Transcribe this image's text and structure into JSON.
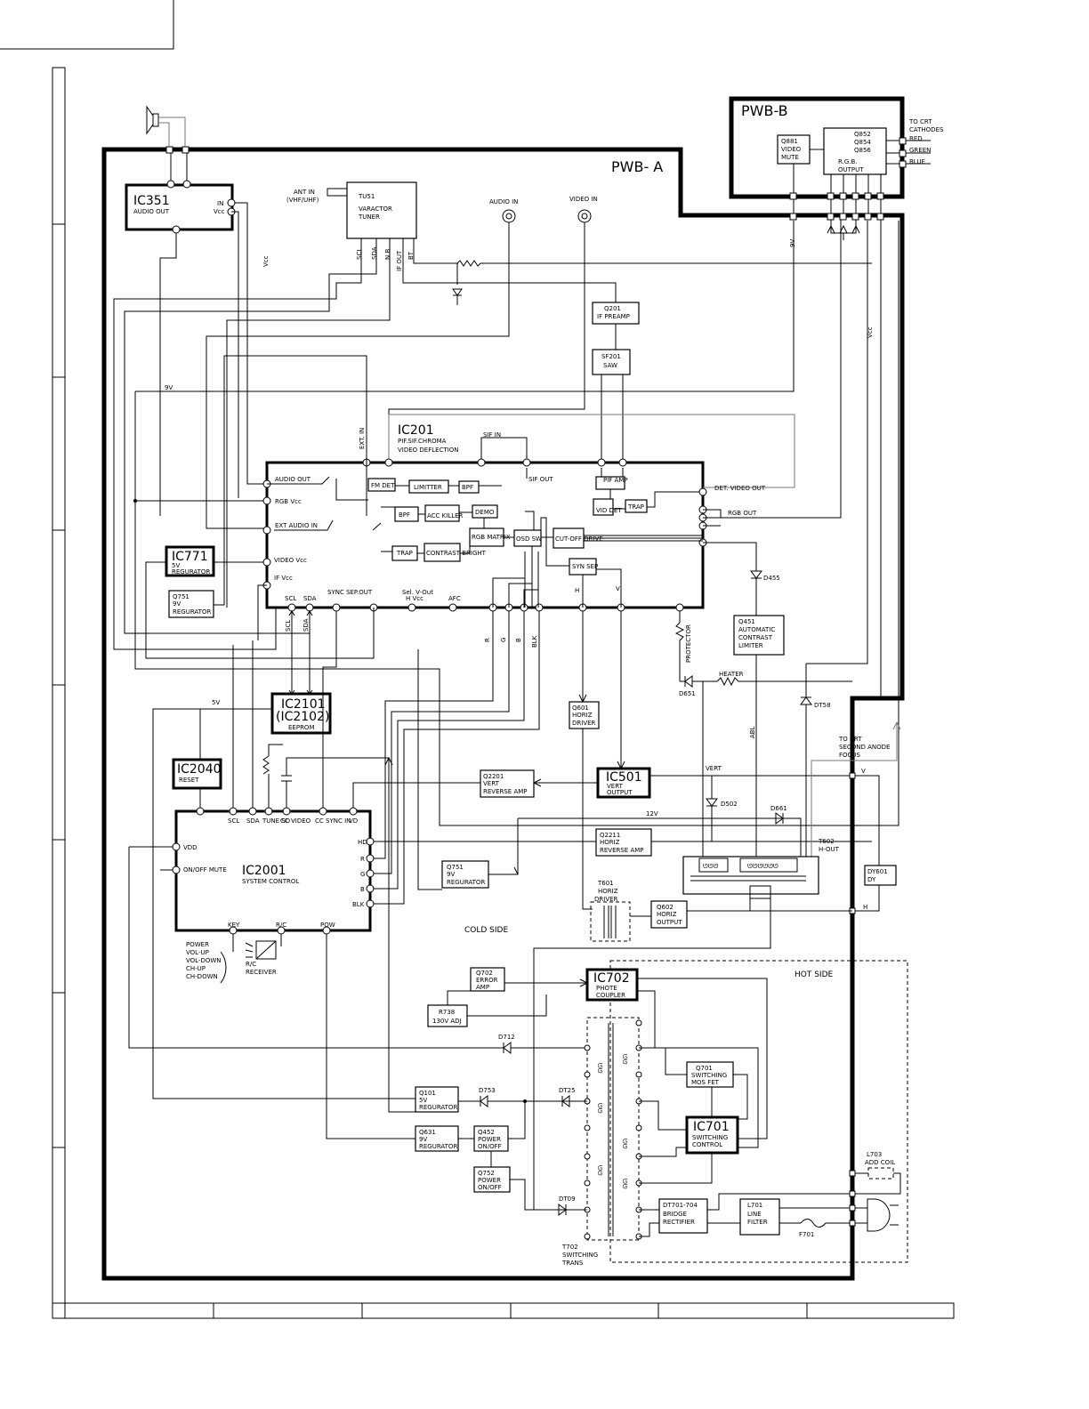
{
  "boards": {
    "pwb_a": "PWB- A",
    "pwb_b": "PWB-B"
  },
  "ic351": {
    "name": "IC351",
    "desc": "AUDIO OUT",
    "pin_in": "IN",
    "pin_vcc": "Vcc"
  },
  "tu51": {
    "name": "TU51",
    "desc1": "VARACTOR",
    "desc2": "TUNER"
  },
  "ant": {
    "line1": "ANT IN",
    "line2": "(VHF/UHF)"
  },
  "tuner_pins": [
    "SCL",
    "SDA",
    "N B",
    "IF OUT",
    "BT"
  ],
  "audio_in": "AUDIO IN",
  "video_in": "VIDEO IN",
  "q201": {
    "name": "Q201",
    "desc": "IF PREAMP"
  },
  "sf201": {
    "name": "SF201",
    "desc": "SAW"
  },
  "ic201": {
    "name": "IC201",
    "desc1": "PIF.SIF.CHROMA",
    "desc2": "VIDEO DEFLECTION"
  },
  "ic201_labels": {
    "ext_in": "EXT. IN",
    "sif_in": "SIF IN",
    "audio_out": "AUDIO OUT",
    "rgb_vcc": "RGB Vcc",
    "ext_audio_in": "EXT AUDIO IN",
    "video_vcc": "VIDEO Vcc",
    "if_vcc": "IF Vcc",
    "sif_out": "SIF OUT",
    "det_video_out": "DET. VIDEO OUT",
    "rgb_out": "RGB OUT",
    "fm_det": "FM DET",
    "limitter": "LIMITTER",
    "bpf": "BPF",
    "pif_amp": "PIF AMP",
    "vid_det": "VID DET",
    "trap": "TRAP",
    "acc_killer": "ACC KILLER",
    "demo": "DEMO",
    "rgb_matrix": "RGB MATRIX",
    "osd_sw": "OSD SW",
    "cutoff_drive": "CUT-OFF DRIVE",
    "contrast_bright": "CONTRAST BRIGHT",
    "syn_sep": "SYN SEP",
    "h": "H",
    "v": "V"
  },
  "ic201_bottom_pins": [
    "SCL",
    "SDA",
    "SYNC SEP.OUT",
    "Sel. V-Out",
    "H Vcc",
    "AFC"
  ],
  "rgb_blk": [
    "R",
    "G",
    "B",
    "BLK"
  ],
  "ic771": {
    "name": "IC771",
    "desc1": "5V",
    "desc2": "REGURATOR"
  },
  "q751a": {
    "name": "Q751",
    "desc1": "9V",
    "desc2": "REGURATOR"
  },
  "ic2101": {
    "name1": "IC2101",
    "name2": "(IC2102)",
    "desc": "EEPROM"
  },
  "ic2040": {
    "name": "IC2040",
    "desc": "RESET"
  },
  "ic2001": {
    "name": "IC2001",
    "desc": "SYSTEM CONTROL"
  },
  "ic2001_top_pins": [
    "SCL",
    "SDA",
    "TUNE SD",
    "CC VIDEO",
    "CC SYNC IN",
    "VD"
  ],
  "ic2001_left_pins": [
    "VDD",
    "ON/OFF MUTE"
  ],
  "ic2001_right_pins": [
    "HD",
    "R",
    "G",
    "B",
    "BLK"
  ],
  "ic2001_bottom_pins": [
    "KEY",
    "R/C",
    "POW"
  ],
  "keys": [
    "POWER",
    "VOL-UP",
    "VOL-DOWN",
    "CH-UP",
    "CH-DOWN"
  ],
  "rc_receiver": {
    "line1": "R/C",
    "line2": "RECEIVER"
  },
  "q2201": {
    "name": "Q2201",
    "desc1": "VERT",
    "desc2": "REVERSE AMP"
  },
  "q2211": {
    "name": "Q2211",
    "desc1": "HORIZ",
    "desc2": "REVERSE AMP"
  },
  "q751b": {
    "name": "Q751",
    "desc1": "9V",
    "desc2": "REGURATOR"
  },
  "q601": {
    "name": "Q601",
    "desc1": "HORIZ",
    "desc2": "DRIVER"
  },
  "ic501": {
    "name": "IC501",
    "desc1": "VERT",
    "desc2": "OUTPUT"
  },
  "q451": {
    "name": "Q451",
    "desc1": "AUTOMATIC",
    "desc2": "CONTRAST",
    "desc3": "LIMITER"
  },
  "d455": "D455",
  "d651": "D651",
  "heater": "HEATER",
  "dt58": "DT58",
  "protector": "PROTECTOR",
  "abl": "ABL",
  "crt_anode": {
    "line1": "TO CRT",
    "line2": "SECOND ANODE",
    "line3": "FOCUS"
  },
  "vert_label": "VERT",
  "v_label": "V",
  "h_label": "H",
  "d502": "D502",
  "d661": "D661",
  "v12": "12V",
  "t602": {
    "name": "T602",
    "desc": "H-OUT"
  },
  "dy601": {
    "name": "DY601",
    "desc": "DY"
  },
  "t601": {
    "name": "T601",
    "desc1": "HORIZ",
    "desc2": "DRIVER"
  },
  "q602": {
    "name": "Q602",
    "desc1": "HORIZ",
    "desc2": "OUTPUT"
  },
  "cold_side": "COLD SIDE",
  "hot_side": "HOT SIDE",
  "q702": {
    "name": "Q702",
    "desc1": "ERROR",
    "desc2": "AMP"
  },
  "r738": {
    "name": "R738",
    "desc": "130V ADJ"
  },
  "ic702": {
    "name": "IC702",
    "desc1": "PHOTE",
    "desc2": "COUPLER"
  },
  "d712": "D712",
  "q701": {
    "name": "Q701",
    "desc1": "SWITCHING",
    "desc2": "MOS FET"
  },
  "ic701": {
    "name": "IC701",
    "desc1": "SWITCHING",
    "desc2": "CONTROL"
  },
  "q101": {
    "name": "Q101",
    "desc1": "5V",
    "desc2": "REGURATOR"
  },
  "d753": "D753",
  "dt25": "DT25",
  "q631": {
    "name": "Q631",
    "desc1": "9V",
    "desc2": "REGURATOR"
  },
  "q452": {
    "name": "Q452",
    "desc1": "POWER",
    "desc2": "ON/OFF"
  },
  "q752": {
    "name": "Q752",
    "desc1": "POWER",
    "desc2": "ON/OFF"
  },
  "dt09": "DT09",
  "t702": {
    "name": "T702",
    "desc1": "SWITCHING",
    "desc2": "TRANS"
  },
  "dt701": {
    "name": "DT701-704",
    "desc1": "BRIDGE",
    "desc2": "RECTIFIER"
  },
  "l701": {
    "name": "L701",
    "desc1": "LINE",
    "desc2": "FILTER"
  },
  "f701": "F701",
  "l703": {
    "name": "L703",
    "desc": "ADD COIL"
  },
  "q881": {
    "name": "Q881",
    "desc1": "VIDEO",
    "desc2": "MUTE"
  },
  "q852": {
    "names": [
      "Q852",
      "Q854",
      "Q856"
    ],
    "desc1": "R.G.B.",
    "desc2": "OUTPUT"
  },
  "to_crt": {
    "line1": "TO CRT",
    "line2": "CATHODES"
  },
  "colors": [
    "RED",
    "GREEN",
    "BLUE"
  ],
  "vcc": "Vcc",
  "v9": "9V",
  "v5": "5V"
}
